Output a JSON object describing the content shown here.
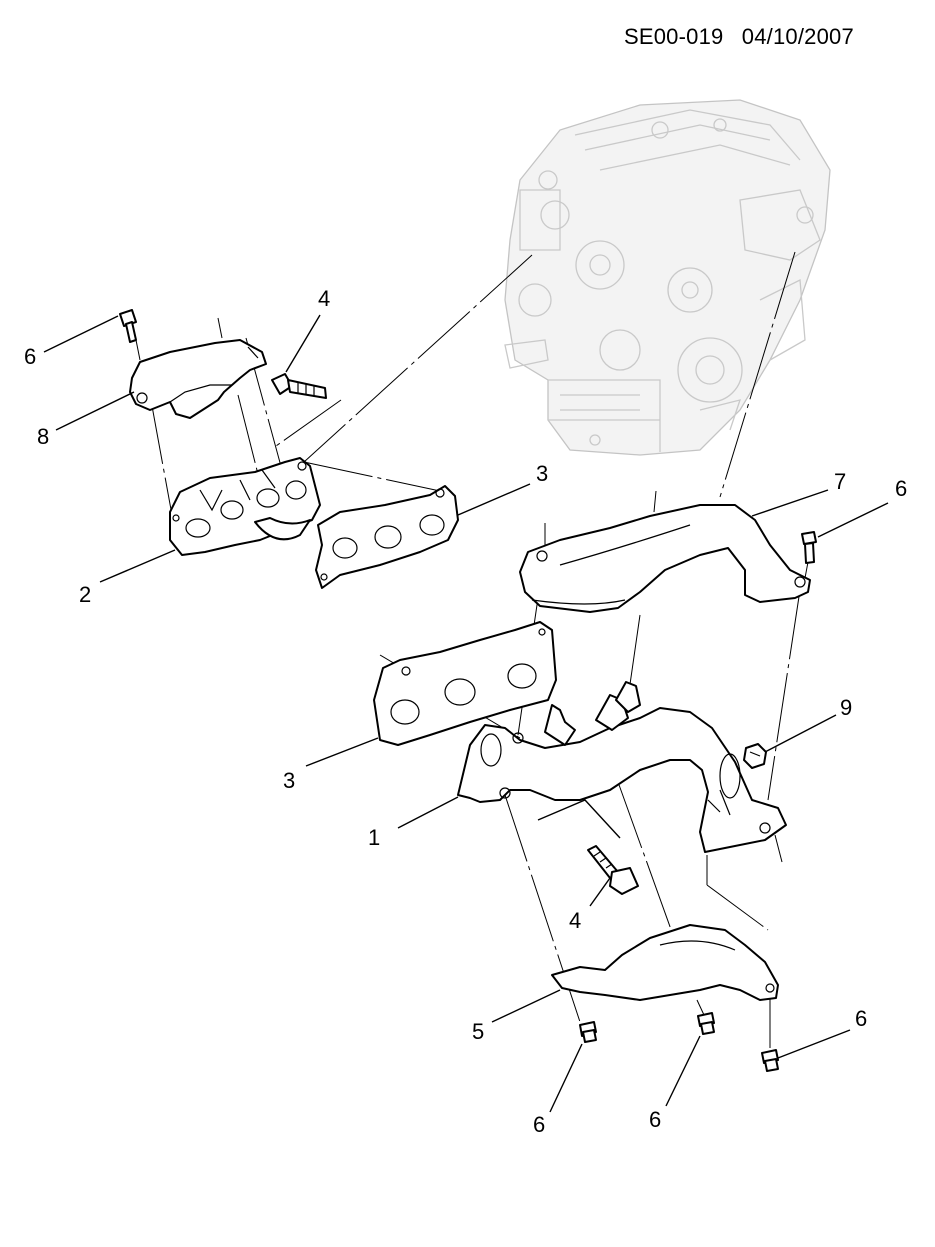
{
  "header": {
    "diagram_id": "SE00-019",
    "date": "04/10/2007"
  },
  "callouts": {
    "c1": "1",
    "c2": "2",
    "c3a": "3",
    "c3b": "3",
    "c4a": "4",
    "c4b": "4",
    "c5": "5",
    "c6a": "6",
    "c6b": "6",
    "c6c": "6",
    "c6d": "6",
    "c6e": "6",
    "c7": "7",
    "c8": "8",
    "c9": "9"
  }
}
